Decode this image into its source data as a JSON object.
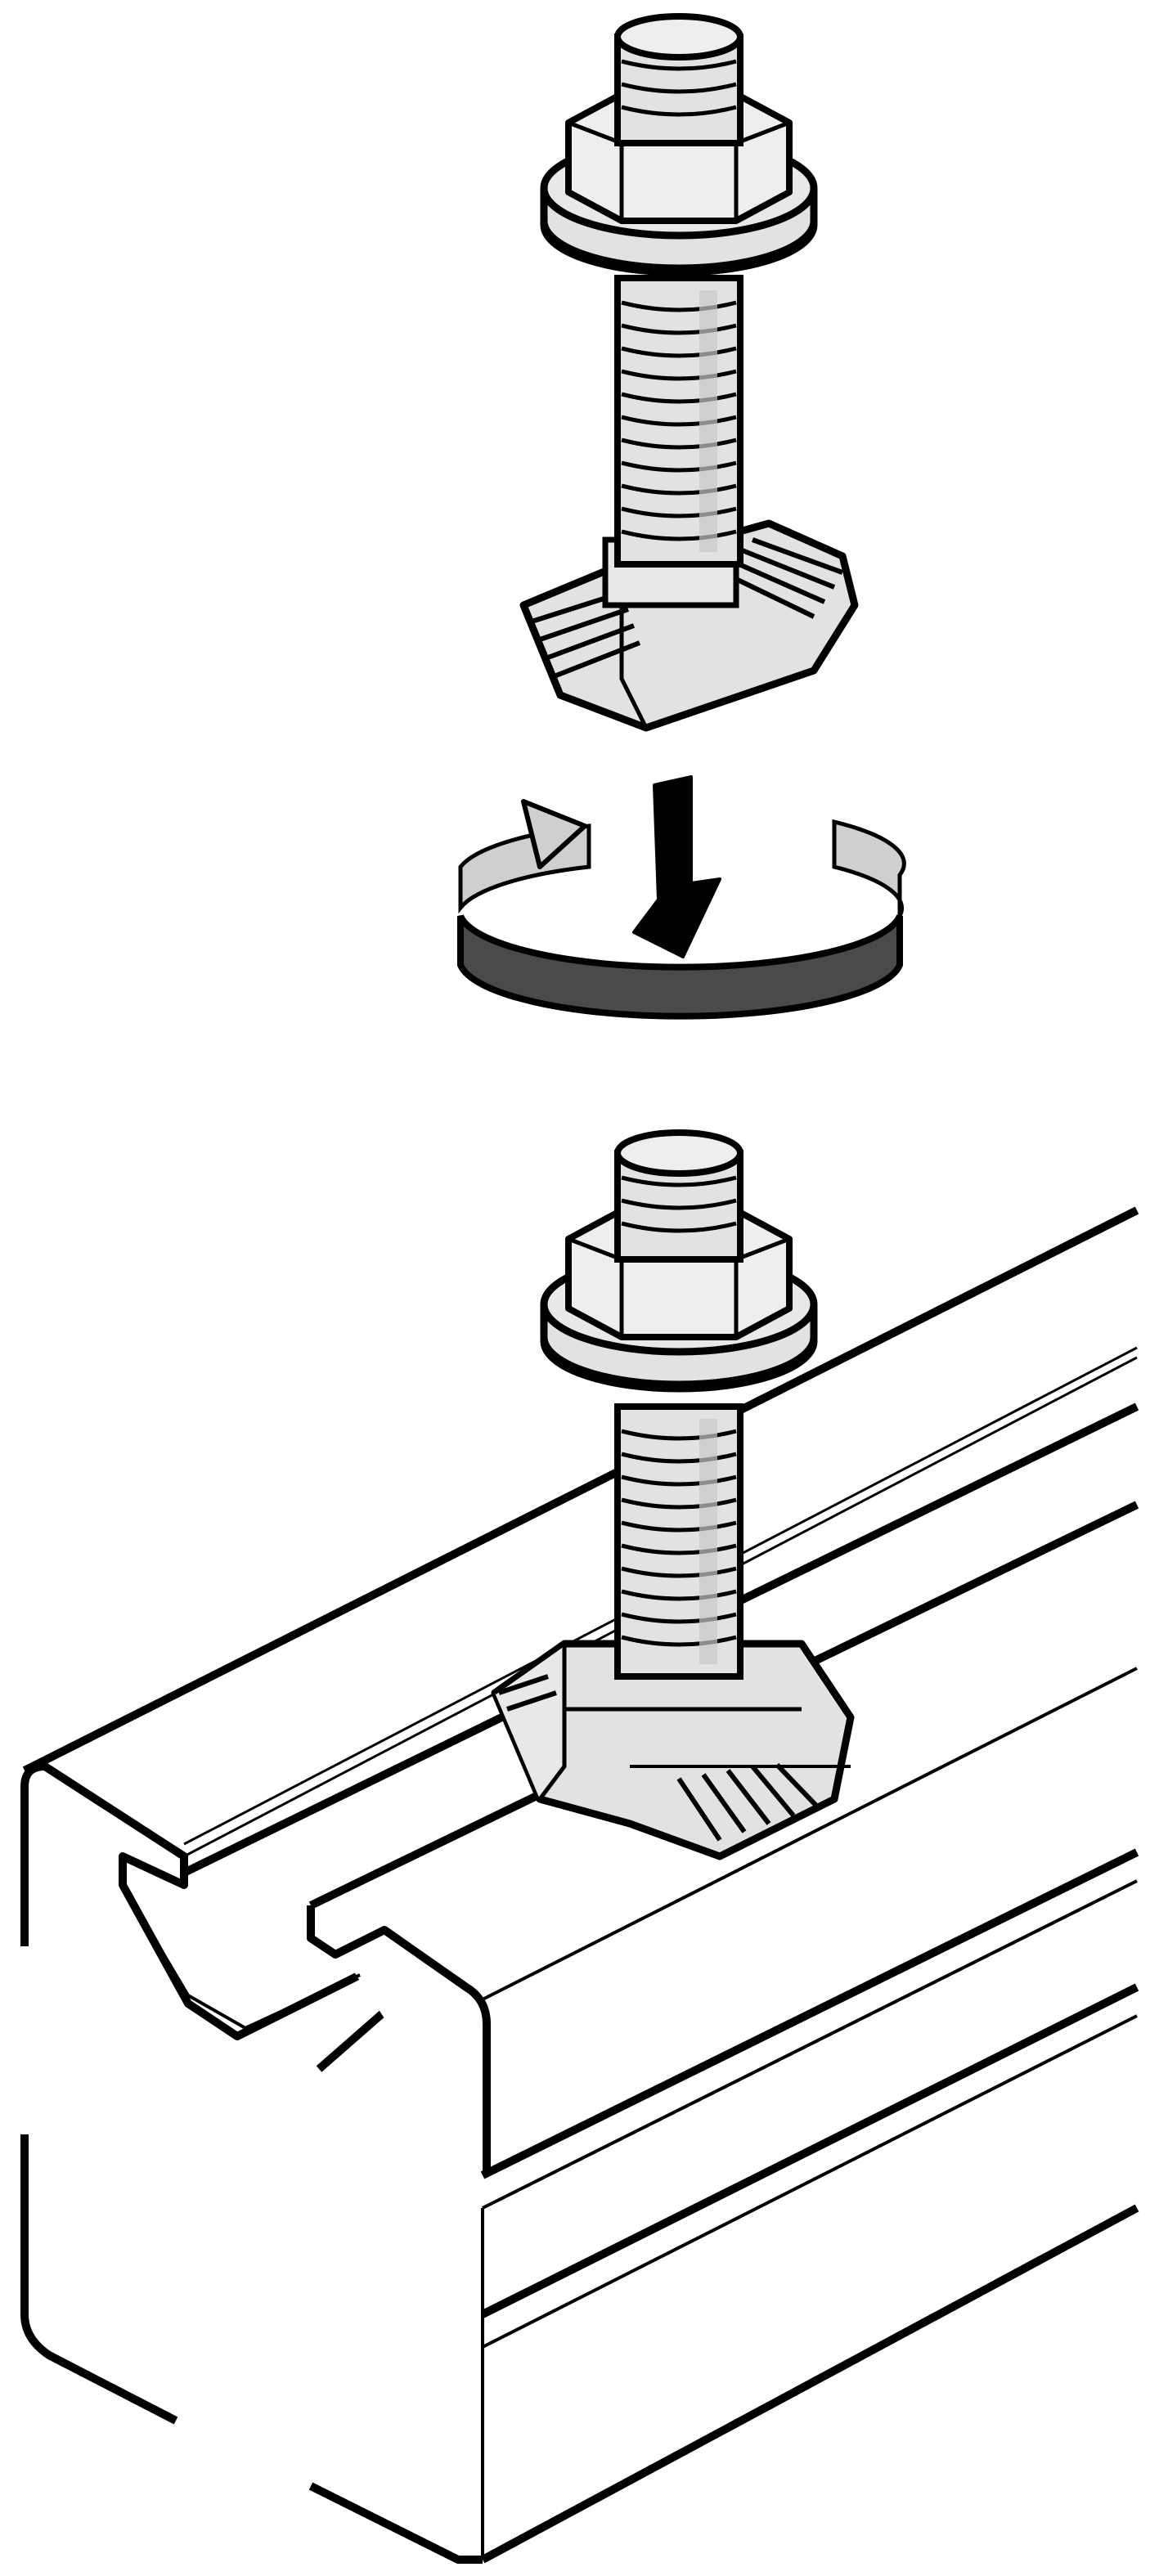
{
  "diagram": {
    "kind": "assembly-instruction",
    "labels": [],
    "colors": {
      "line": "#000000",
      "metal": "#e2e2e2",
      "metal_dark": "#c9c9c9",
      "band_light": "#cfcfcf",
      "band_dark": "#4a4a4a",
      "profile": "#ffffff"
    },
    "steps": [
      {
        "part": "t-slot-bolt-with-flange-nut",
        "state": "before-insertion"
      },
      {
        "instruction": "insert-and-rotate",
        "icons": [
          "down-arrow-icon",
          "rotate-arrow-icon"
        ]
      },
      {
        "part": "t-slot-bolt-with-flange-nut",
        "state": "inserted-in-aluminum-profile"
      }
    ]
  }
}
